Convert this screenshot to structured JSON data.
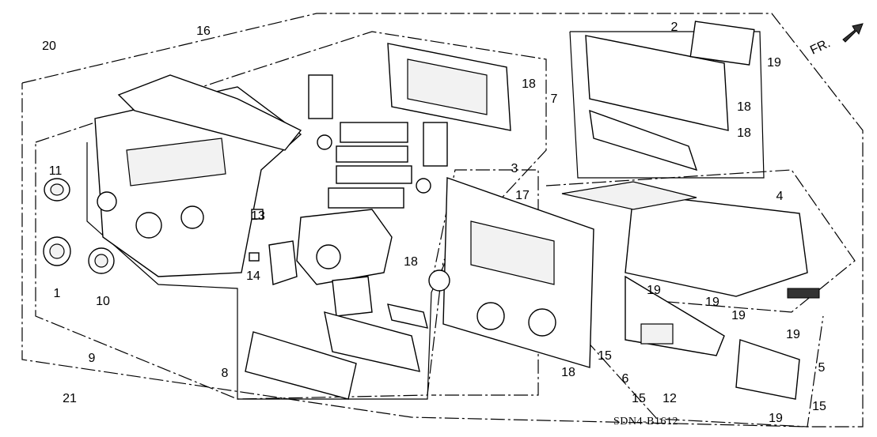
{
  "diagram": {
    "code": "SDN4-B1612",
    "direction_marker": "FR.",
    "callouts": [
      "20",
      "16",
      "11",
      "1",
      "10",
      "13",
      "14",
      "9",
      "21",
      "8",
      "18",
      "18",
      "3",
      "17",
      "18",
      "2",
      "19",
      "7",
      "18",
      "18",
      "4",
      "19",
      "19",
      "19",
      "19",
      "15",
      "6",
      "15",
      "12",
      "5",
      "15",
      "19"
    ]
  }
}
